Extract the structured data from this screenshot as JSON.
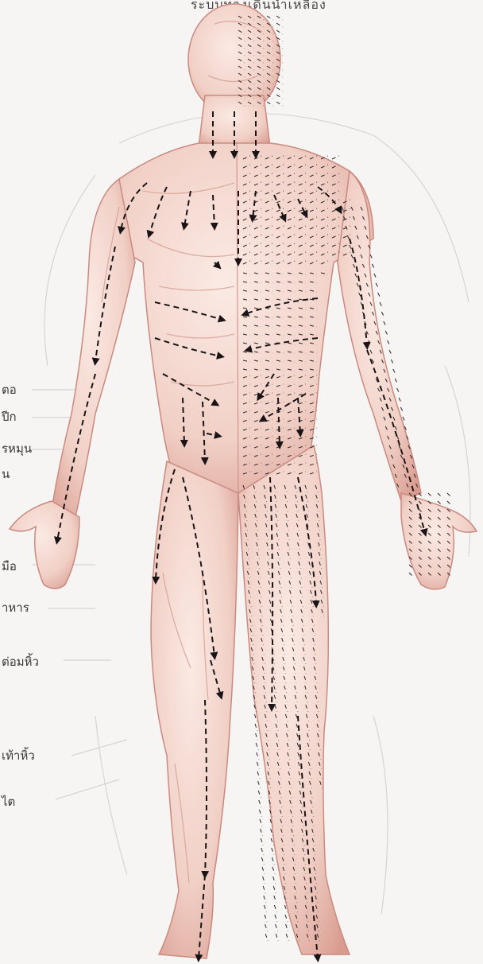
{
  "figure": {
    "caption_fragment": "ระบบทางเดินน้ำเหลือง",
    "edge_labels": [
      "ตอ",
      "ปีก",
      "รหมุน",
      "น",
      "มือ",
      "าหาร",
      "ต่อมหิ้ว",
      "เท้าหิ้ว",
      "ไต"
    ],
    "colors": {
      "skin": "#f1d0c6",
      "skin_shadow": "#d99b8f",
      "skin_light": "#fbeae4",
      "arrow": "#1a1416",
      "background": "#f7f5f4",
      "faded_lines": "#cfc7c8"
    },
    "flow_direction": "downward",
    "views": [
      "superficial-muscles-right",
      "lymph-vessels-left"
    ]
  }
}
